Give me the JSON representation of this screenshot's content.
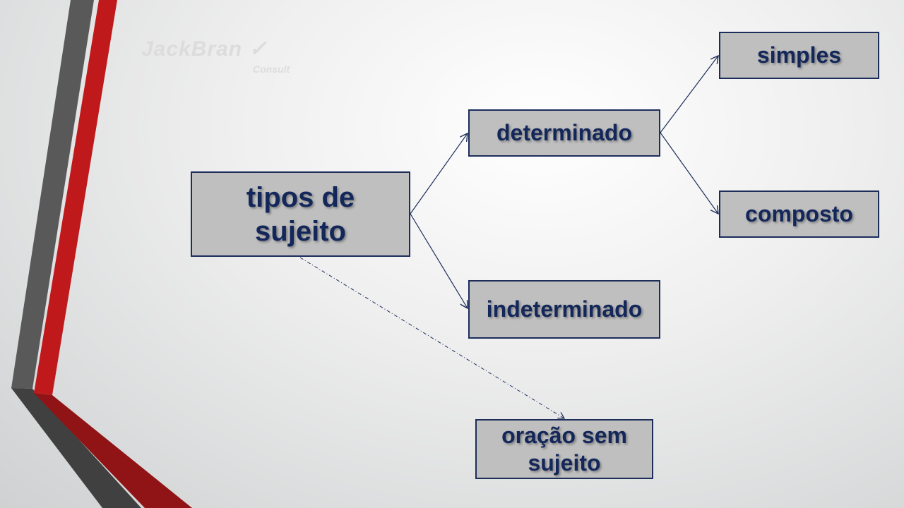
{
  "watermark": {
    "brand": "JackBran",
    "sub": "Consult"
  },
  "colors": {
    "box_fill": "#bfbfbf",
    "box_border": "#1c2d5a",
    "text": "#14275a",
    "stripe_red": "#c0191c",
    "stripe_grey": "#595959"
  },
  "nodes": {
    "root": "tipos de sujeito",
    "determinado": "determinado",
    "indeterminado": "indeterminado",
    "simples": "simples",
    "composto": "composto",
    "sem_sujeito": "oração sem sujeito"
  }
}
